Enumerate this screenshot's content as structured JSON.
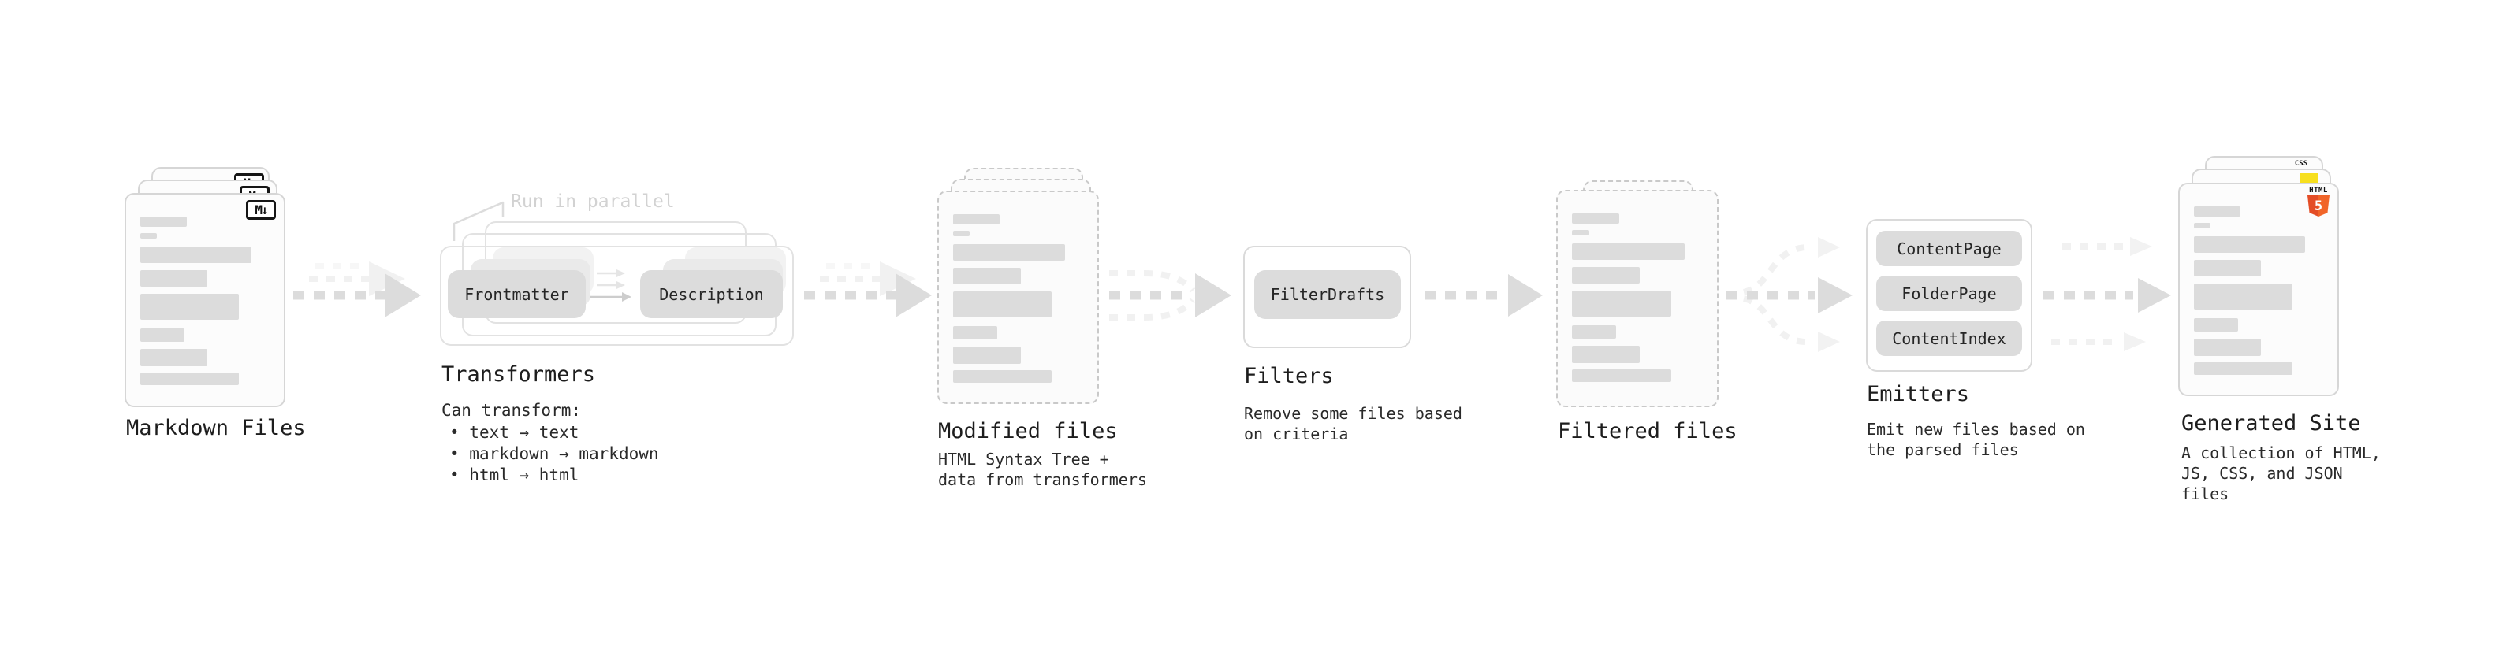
{
  "diagram": {
    "nodes": {
      "markdown_files": {
        "label": "Markdown Files",
        "badge": "M↓"
      },
      "transformers": {
        "label": "Transformers",
        "callout": "Run in parallel",
        "pills": [
          "Frontmatter",
          "Description"
        ],
        "body_title": "Can transform:",
        "bullets": [
          "text → text",
          "markdown → markdown",
          "html → html"
        ]
      },
      "modified_files": {
        "label": "Modified files",
        "sublabel": "HTML Syntax Tree +\ndata from transformers"
      },
      "filters": {
        "label": "Filters",
        "pills": [
          "FilterDrafts"
        ],
        "sublabel": "Remove some files based\non criteria"
      },
      "filtered_files": {
        "label": "Filtered files"
      },
      "emitters": {
        "label": "Emitters",
        "pills": [
          "ContentPage",
          "FolderPage",
          "ContentIndex"
        ],
        "sublabel": "Emit new files based on\nthe parsed files"
      },
      "generated_site": {
        "label": "Generated Site",
        "sublabel": "A collection of HTML,\nJS, CSS, and JSON files",
        "badge_css": "CSS",
        "badge_html": "HTML",
        "badge_html_number": "5"
      }
    },
    "colors": {
      "arrow_gray": "#dcdcdc",
      "html5_orange": "#e44d26",
      "js_yellow": "#f7df1e",
      "css_blue": "#2760e8"
    }
  }
}
